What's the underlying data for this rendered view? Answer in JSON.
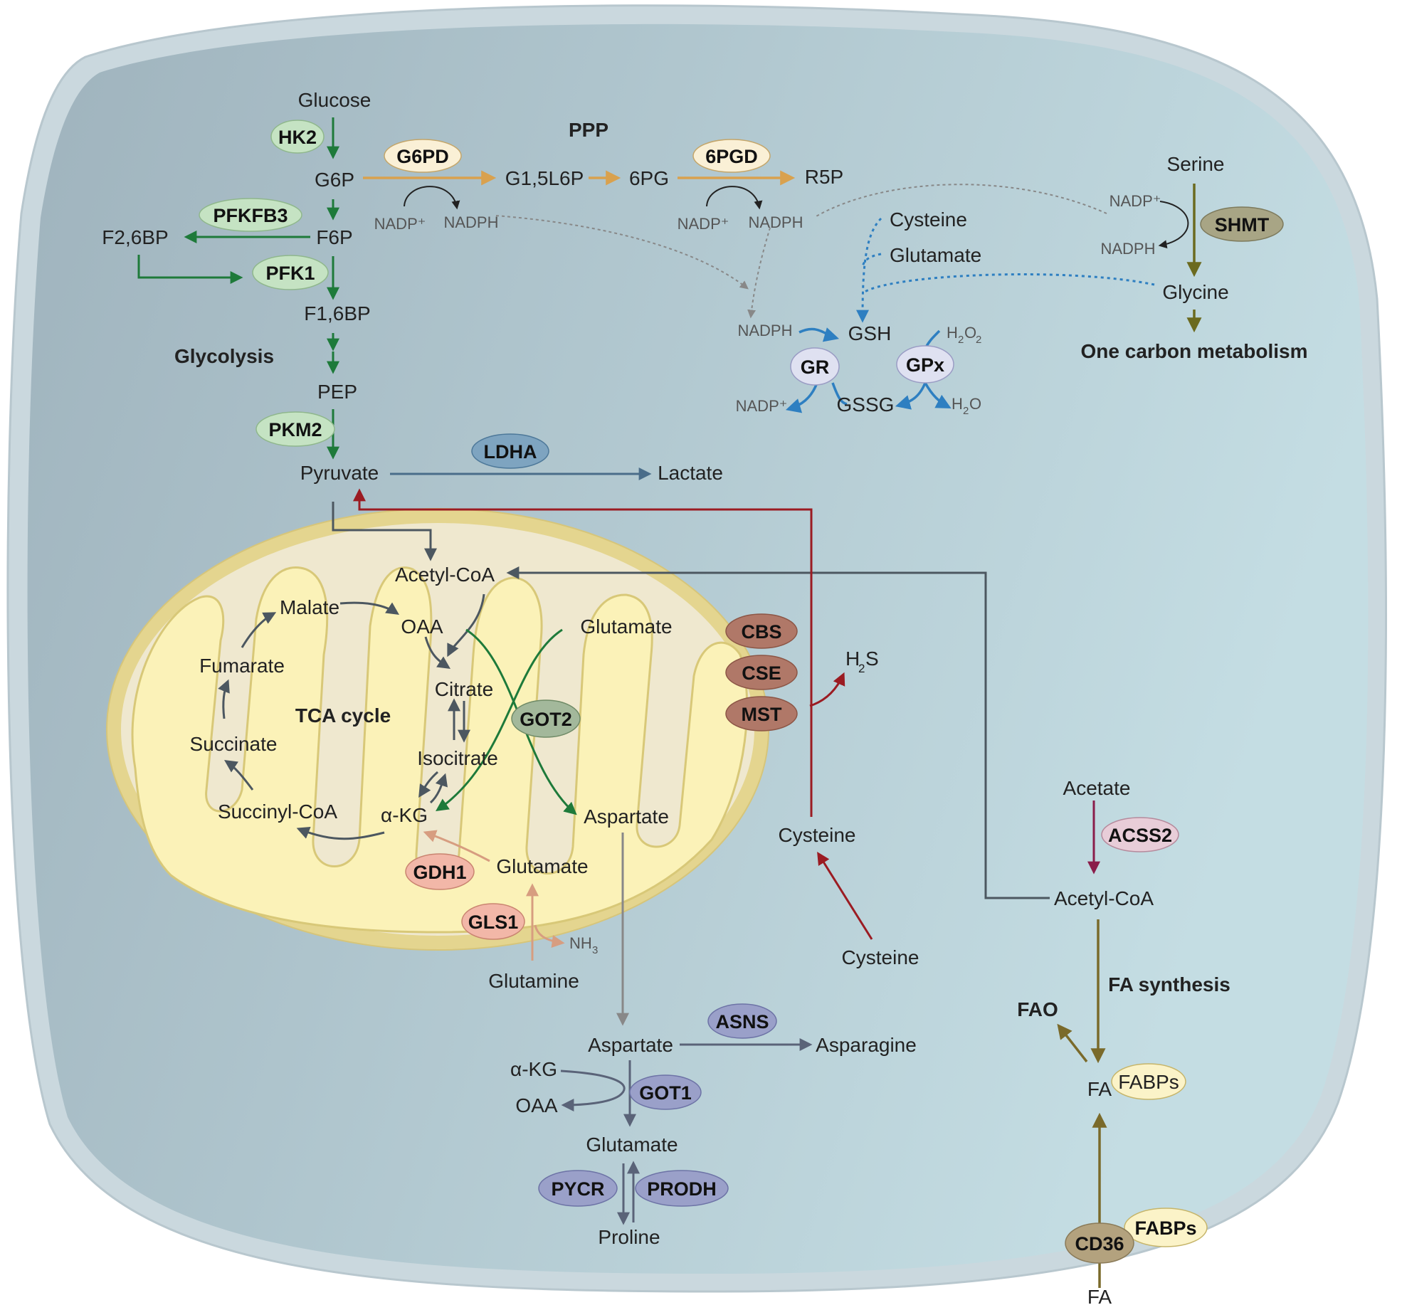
{
  "colors": {
    "cell_outer": "#cad8de",
    "cell_inner_left": "#9fb3bd",
    "cell_inner_right": "#c4dde3",
    "mito_outer": "#e4d58f",
    "mito_inner": "#efe8cf",
    "cristae": "#fbf2b8",
    "glycolysis": "#1e7a3a",
    "ppp": "#d9a14e",
    "redox": "#2e7fc1",
    "serine": "#6b6a1f",
    "lactate": "#4a6d8a",
    "gray": "#4c5760",
    "cysteine": "#9b1b22",
    "acetate": "#8a1d4a",
    "fa": "#7a6a2a",
    "glutamine": "#d79d80",
    "aspartate_branch": "#5a6378"
  },
  "metabolites": {
    "glucose": "Glucose",
    "g6p": "G6P",
    "f6p": "F6P",
    "f26bp": "F2,6BP",
    "f16bp": "F1,6BP",
    "pep": "PEP",
    "pyruvate": "Pyruvate",
    "lactate": "Lactate",
    "g15l6p": "G1,5L6P",
    "pg6": "6PG",
    "r5p": "R5P",
    "nadp_1": "NADP⁺",
    "nadph_1": "NADPH",
    "nadp_2": "NADP⁺",
    "nadph_2": "NADPH",
    "serine": "Serine",
    "glycine": "Glycine",
    "nadp_s": "NADP⁺",
    "nadph_s": "NADPH",
    "cysteine_top": "Cysteine",
    "glutamate_top": "Glutamate",
    "gsh": "GSH",
    "gssg": "GSSG",
    "nadph_gr": "NADPH",
    "nadp_gr": "NADP⁺",
    "h2o2_main": "H",
    "h2o2_sub": "2",
    "h2o2_o": "O",
    "h2o2_sub2": "2",
    "h2o_main": "H",
    "h2o_sub": "2",
    "h2o_o": "O",
    "acetyl_coa_mito": "Acetyl-CoA",
    "malate": "Malate",
    "oaa_mito": "OAA",
    "fumarate": "Fumarate",
    "citrate": "Citrate",
    "succinate": "Succinate",
    "isocitrate": "Isocitrate",
    "succinyl_coa": "Succinyl-CoA",
    "akg_mito": "α-KG",
    "glutamate_mito_top": "Glutamate",
    "aspartate_mito": "Aspartate",
    "glutamate_mito": "Glutamate",
    "nh3_main": "NH",
    "nh3_sub": "3",
    "glutamine": "Glutamine",
    "h2s_main": "H",
    "h2s_sub": "2",
    "h2s_s": "S",
    "cysteine_mito": "Cysteine",
    "cysteine_out": "Cysteine",
    "acetate": "Acetate",
    "acetyl_coa_cyto": "Acetyl-CoA",
    "fa_cyto": "FA",
    "fa_out": "FA",
    "aspartate_cyto": "Aspartate",
    "asparagine": "Asparagine",
    "akg_cyto": "α-KG",
    "oaa_cyto": "OAA",
    "glutamate_cyto": "Glutamate",
    "proline": "Proline"
  },
  "labels": {
    "ppp": "PPP",
    "glycolysis": "Glycolysis",
    "one_carbon": "One carbon metabolism",
    "tca": "TCA cycle",
    "fa_synthesis": "FA synthesis",
    "fao": "FAO"
  },
  "enzymes": {
    "hk2": "HK2",
    "pfkfb3": "PFKFB3",
    "pfk1": "PFK1",
    "pkm2": "PKM2",
    "g6pd": "G6PD",
    "pgd6": "6PGD",
    "ldha": "LDHA",
    "shmt": "SHMT",
    "gr": "GR",
    "gpx": "GPx",
    "cbs": "CBS",
    "cse": "CSE",
    "mst": "MST",
    "got2": "GOT2",
    "gdh1": "GDH1",
    "gls1": "GLS1",
    "acss2": "ACSS2",
    "fabps_cyto": "FABPs",
    "fabps_membrane": "FABPs",
    "cd36": "CD36",
    "asns": "ASNS",
    "got1": "GOT1",
    "pycr": "PYCR",
    "prodh": "PRODH"
  }
}
